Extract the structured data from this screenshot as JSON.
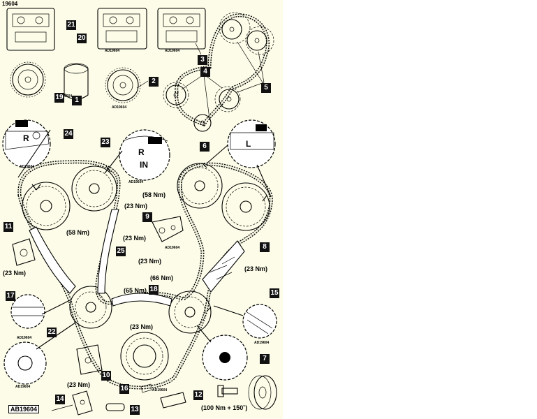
{
  "header": {
    "reference": "19604"
  },
  "footer": {
    "reference": "AB19604"
  },
  "ad_code": "AD19604",
  "callouts": [
    "1",
    "2",
    "3",
    "4",
    "5",
    "6",
    "7",
    "8",
    "9",
    "10",
    "11",
    "12",
    "13",
    "14",
    "15",
    "16",
    "17",
    "18",
    "19",
    "20",
    "21",
    "22",
    "23",
    "24",
    "25"
  ],
  "torques": {
    "left_cam": "(58 Nm)",
    "right_cam": "(58 Nm)",
    "guide_top": "(23 Nm)",
    "tensioner_9": "(23 Nm)",
    "tensioner_11": "(23 Nm)",
    "tensioner_8": "(23 Nm)",
    "guide_mid": "(23 Nm)",
    "idler_left": "(65 Nm)",
    "idler_right": "(66 Nm)",
    "guide_lower": "(23 Nm)",
    "tensioner_10": "(23 Nm)",
    "crank_bolt": "(100 Nm + 150˚)"
  },
  "marks": {
    "r": "R",
    "l": "L",
    "r_in": "R",
    "in": "IN"
  },
  "colors": {
    "panel": "#fcfce8",
    "ink": "#000000"
  }
}
